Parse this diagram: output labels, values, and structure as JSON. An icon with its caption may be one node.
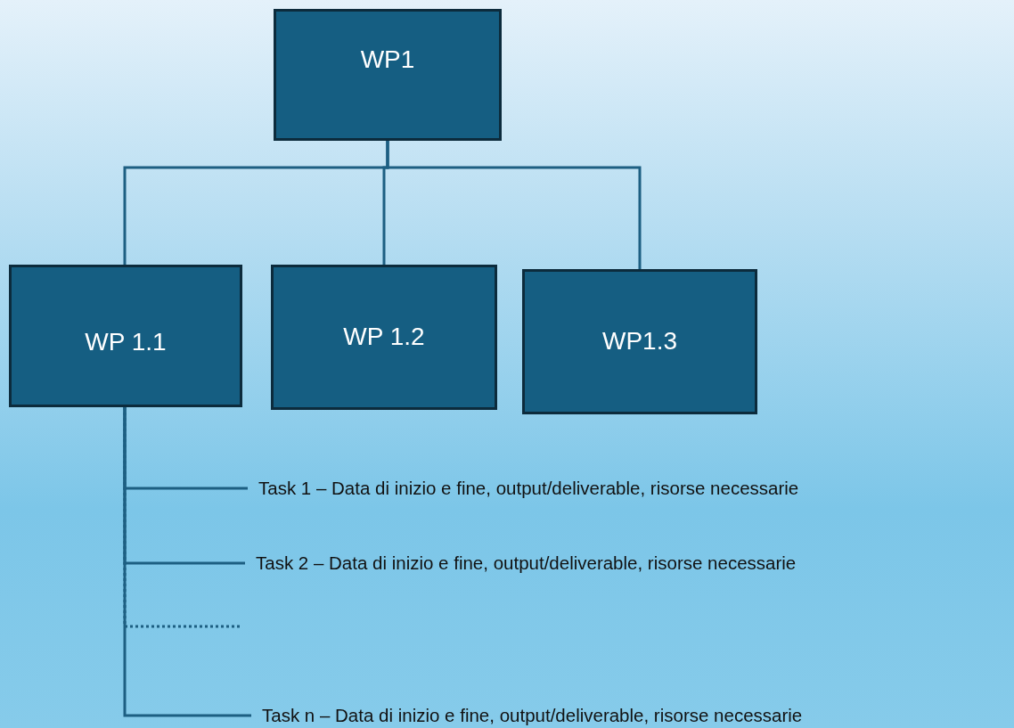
{
  "diagram": {
    "nodes": [
      {
        "text": [
          "WP1"
        ]
      },
      {
        "text": [
          "WP 1.1"
        ]
      },
      {
        "text": [
          "WP 1.2"
        ]
      },
      {
        "text": [
          "WP1.3"
        ]
      },
      {
        "text": [
          "Task 1 – Data di inizio e fine, output/deliverable, risorse necessarie"
        ]
      },
      {
        "text": [
          "Task 2 – Data di inizio e fine, output/deliverable, risorse necessarie"
        ]
      },
      {
        "text": [
          "Task n – Data di inizio e fine, output/deliverable, risorse necessarie"
        ]
      }
    ],
    "edges": [
      {
        "from": 0,
        "to": 1,
        "arrow": "none"
      },
      {
        "from": 0,
        "to": 2,
        "arrow": "none"
      },
      {
        "from": 0,
        "to": 3,
        "arrow": "none"
      },
      {
        "from": 1,
        "to": 4,
        "arrow": "none"
      },
      {
        "from": 1,
        "to": 5,
        "arrow": "none"
      },
      {
        "from": 1,
        "to": null,
        "arrow": "none",
        "style": "dashed"
      },
      {
        "from": 1,
        "to": 6,
        "arrow": "none"
      }
    ]
  }
}
